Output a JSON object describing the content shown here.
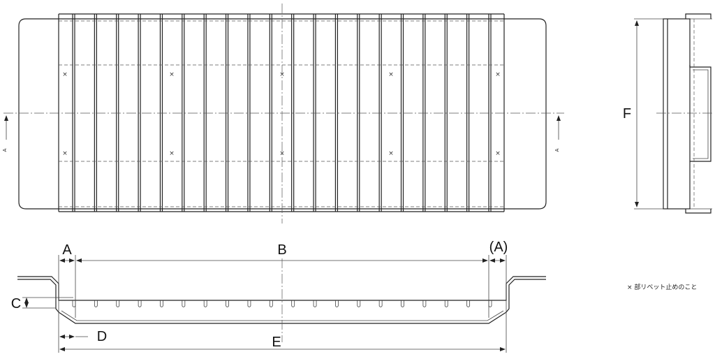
{
  "dimensions": {
    "a": "A",
    "b": "B",
    "a_paren": "(A)",
    "c": "C",
    "d": "D",
    "e": "E",
    "f": "F"
  },
  "section_marks": {
    "left": "A",
    "right": "A"
  },
  "rivet_marker": "×",
  "note": "× 部リベット止めのこと"
}
